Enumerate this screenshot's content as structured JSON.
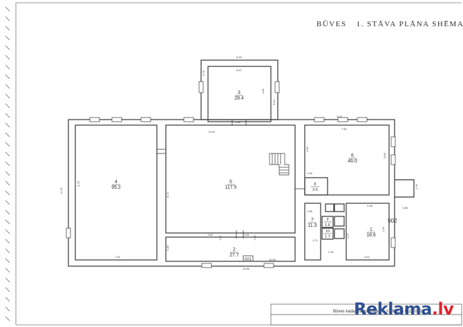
{
  "title": {
    "word1": "BŪVES",
    "word2": "1. STĀVA PLĀNA SHĒMA"
  },
  "rooms": [
    {
      "id": "room-3",
      "num": "3",
      "area": "28.4"
    },
    {
      "id": "room-4",
      "num": "4",
      "area": "95.2"
    },
    {
      "id": "room-5",
      "num": "5",
      "area": "117.5"
    },
    {
      "id": "room-6",
      "num": "6",
      "area": "46.0"
    },
    {
      "id": "room-8",
      "num": "8",
      "area": "3.6"
    },
    {
      "id": "room-7",
      "num": "7",
      "area": "11.3"
    },
    {
      "id": "room-9",
      "num": "9",
      "area": "1.6"
    },
    {
      "id": "room-10",
      "num": "10",
      "area": "1.7"
    },
    {
      "id": "room-1",
      "num": "1",
      "area": "18.6"
    },
    {
      "id": "room-2",
      "num": "2",
      "area": "27.7"
    }
  ],
  "labels": {
    "corridor_code": "002",
    "entrance_code": "001"
  },
  "dims": {
    "d1": "6.40",
    "d2": "5.67",
    "d3": "4.76",
    "d4": "4.82",
    "d5": "5.24",
    "d6": "2.98",
    "d7": "11.04",
    "d8": "9.03",
    "d9": "7.81",
    "d10": "4.82",
    "d11": "6.83",
    "d12": "11.15",
    "d13": "6.76",
    "d14": "6.74",
    "d15": "2.44",
    "d16": "2.45",
    "d17": "1.86",
    "d18": "2.48",
    "d19": "1.62",
    "d20": "1.61",
    "d21": "1.61",
    "d22": "1.62",
    "d23": "3.38",
    "d24": "10.08",
    "d25": "7.02",
    "d26": "22.66",
    "d27": "2.31",
    "d28": "3.42",
    "d29": "4.77",
    "d30": "1.85",
    "d31": "1.71",
    "d32": "1.20"
  },
  "stamp": {
    "text": "Būves kadastra apzīmējums 0100 014 0117 002"
  },
  "watermark": {
    "part1": "Reklama",
    "part2": ".lv"
  }
}
